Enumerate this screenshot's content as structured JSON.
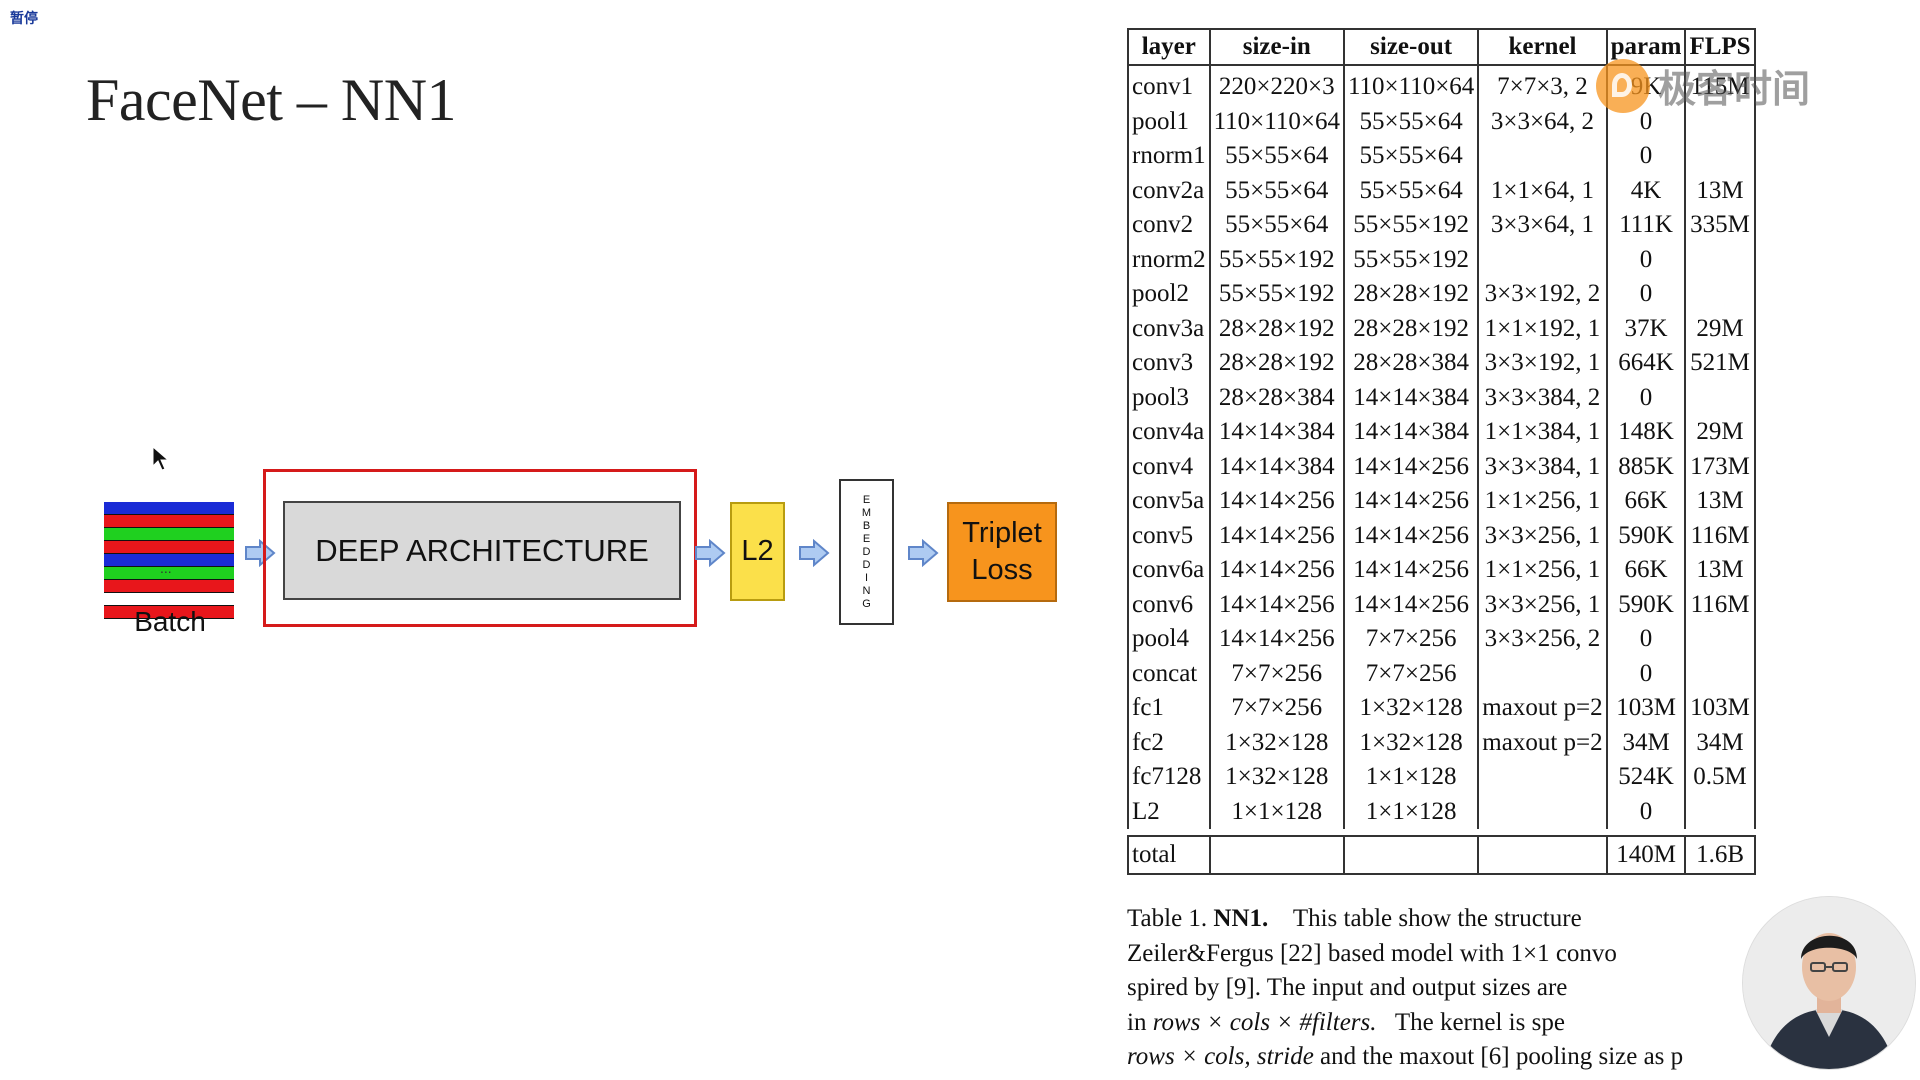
{
  "status_badge": "暂停",
  "slide": {
    "title": "FaceNet – NN1"
  },
  "diagram": {
    "batch_label": "Batch",
    "batch_dots": "...",
    "batch_stripe_colors": [
      "#1a2bd6",
      "#e8161b",
      "#1fd01f",
      "#e8161b",
      "#1a2bd6",
      "#1fd01f",
      "#e8161b",
      "#ffffff",
      "#e8161b"
    ],
    "deep_label": "DEEP ARCHITECTURE",
    "l2_label": "L2",
    "embedding_letters": [
      "E",
      "M",
      "B",
      "E",
      "D",
      "D",
      "I",
      "N",
      "G"
    ],
    "loss_line1": "Triplet",
    "loss_line2": "Loss",
    "colors": {
      "highlight": "#d51a1a",
      "deep_fill": "#d9d9d9",
      "l2_fill": "#fbe04a",
      "loss_fill": "#f7941d",
      "arrow_fill": "#aecbf2",
      "arrow_stroke": "#5f86c9"
    }
  },
  "watermark": {
    "text": "极客时间"
  },
  "table": {
    "headers": [
      "layer",
      "size-in",
      "size-out",
      "kernel",
      "param",
      "FLPS"
    ],
    "rows": [
      [
        "conv1",
        "220×220×3",
        "110×110×64",
        "7×7×3, 2",
        "9K",
        "115M"
      ],
      [
        "pool1",
        "110×110×64",
        "55×55×64",
        "3×3×64, 2",
        "0",
        ""
      ],
      [
        "rnorm1",
        "55×55×64",
        "55×55×64",
        "",
        "0",
        ""
      ],
      [
        "conv2a",
        "55×55×64",
        "55×55×64",
        "1×1×64, 1",
        "4K",
        "13M"
      ],
      [
        "conv2",
        "55×55×64",
        "55×55×192",
        "3×3×64, 1",
        "111K",
        "335M"
      ],
      [
        "rnorm2",
        "55×55×192",
        "55×55×192",
        "",
        "0",
        ""
      ],
      [
        "pool2",
        "55×55×192",
        "28×28×192",
        "3×3×192, 2",
        "0",
        ""
      ],
      [
        "conv3a",
        "28×28×192",
        "28×28×192",
        "1×1×192, 1",
        "37K",
        "29M"
      ],
      [
        "conv3",
        "28×28×192",
        "28×28×384",
        "3×3×192, 1",
        "664K",
        "521M"
      ],
      [
        "pool3",
        "28×28×384",
        "14×14×384",
        "3×3×384, 2",
        "0",
        ""
      ],
      [
        "conv4a",
        "14×14×384",
        "14×14×384",
        "1×1×384, 1",
        "148K",
        "29M"
      ],
      [
        "conv4",
        "14×14×384",
        "14×14×256",
        "3×3×384, 1",
        "885K",
        "173M"
      ],
      [
        "conv5a",
        "14×14×256",
        "14×14×256",
        "1×1×256, 1",
        "66K",
        "13M"
      ],
      [
        "conv5",
        "14×14×256",
        "14×14×256",
        "3×3×256, 1",
        "590K",
        "116M"
      ],
      [
        "conv6a",
        "14×14×256",
        "14×14×256",
        "1×1×256, 1",
        "66K",
        "13M"
      ],
      [
        "conv6",
        "14×14×256",
        "14×14×256",
        "3×3×256, 1",
        "590K",
        "116M"
      ],
      [
        "pool4",
        "14×14×256",
        "7×7×256",
        "3×3×256, 2",
        "0",
        ""
      ],
      [
        "concat",
        "7×7×256",
        "7×7×256",
        "",
        "0",
        ""
      ],
      [
        "fc1",
        "7×7×256",
        "1×32×128",
        "maxout p=2",
        "103M",
        "103M"
      ],
      [
        "fc2",
        "1×32×128",
        "1×32×128",
        "maxout p=2",
        "34M",
        "34M"
      ],
      [
        "fc7128",
        "1×32×128",
        "1×1×128",
        "",
        "524K",
        "0.5M"
      ],
      [
        "L2",
        "1×1×128",
        "1×1×128",
        "",
        "0",
        ""
      ]
    ],
    "total": [
      "total",
      "",
      "",
      "",
      "140M",
      "1.6B"
    ]
  },
  "caption": {
    "label": "Table 1.",
    "label_bold": "NN1.",
    "line1": "This table show the structure",
    "line2": "Zeiler&Fergus [22] based model with 1×1 convo",
    "line3": "spired by [9]. The input and output sizes are",
    "line4a": "in",
    "line4b": "rows × cols × #filters.",
    "line4c": "The kernel is spe",
    "line5a": "rows × cols, stride",
    "line5b": "and the maxout [6] pooling size as p"
  }
}
